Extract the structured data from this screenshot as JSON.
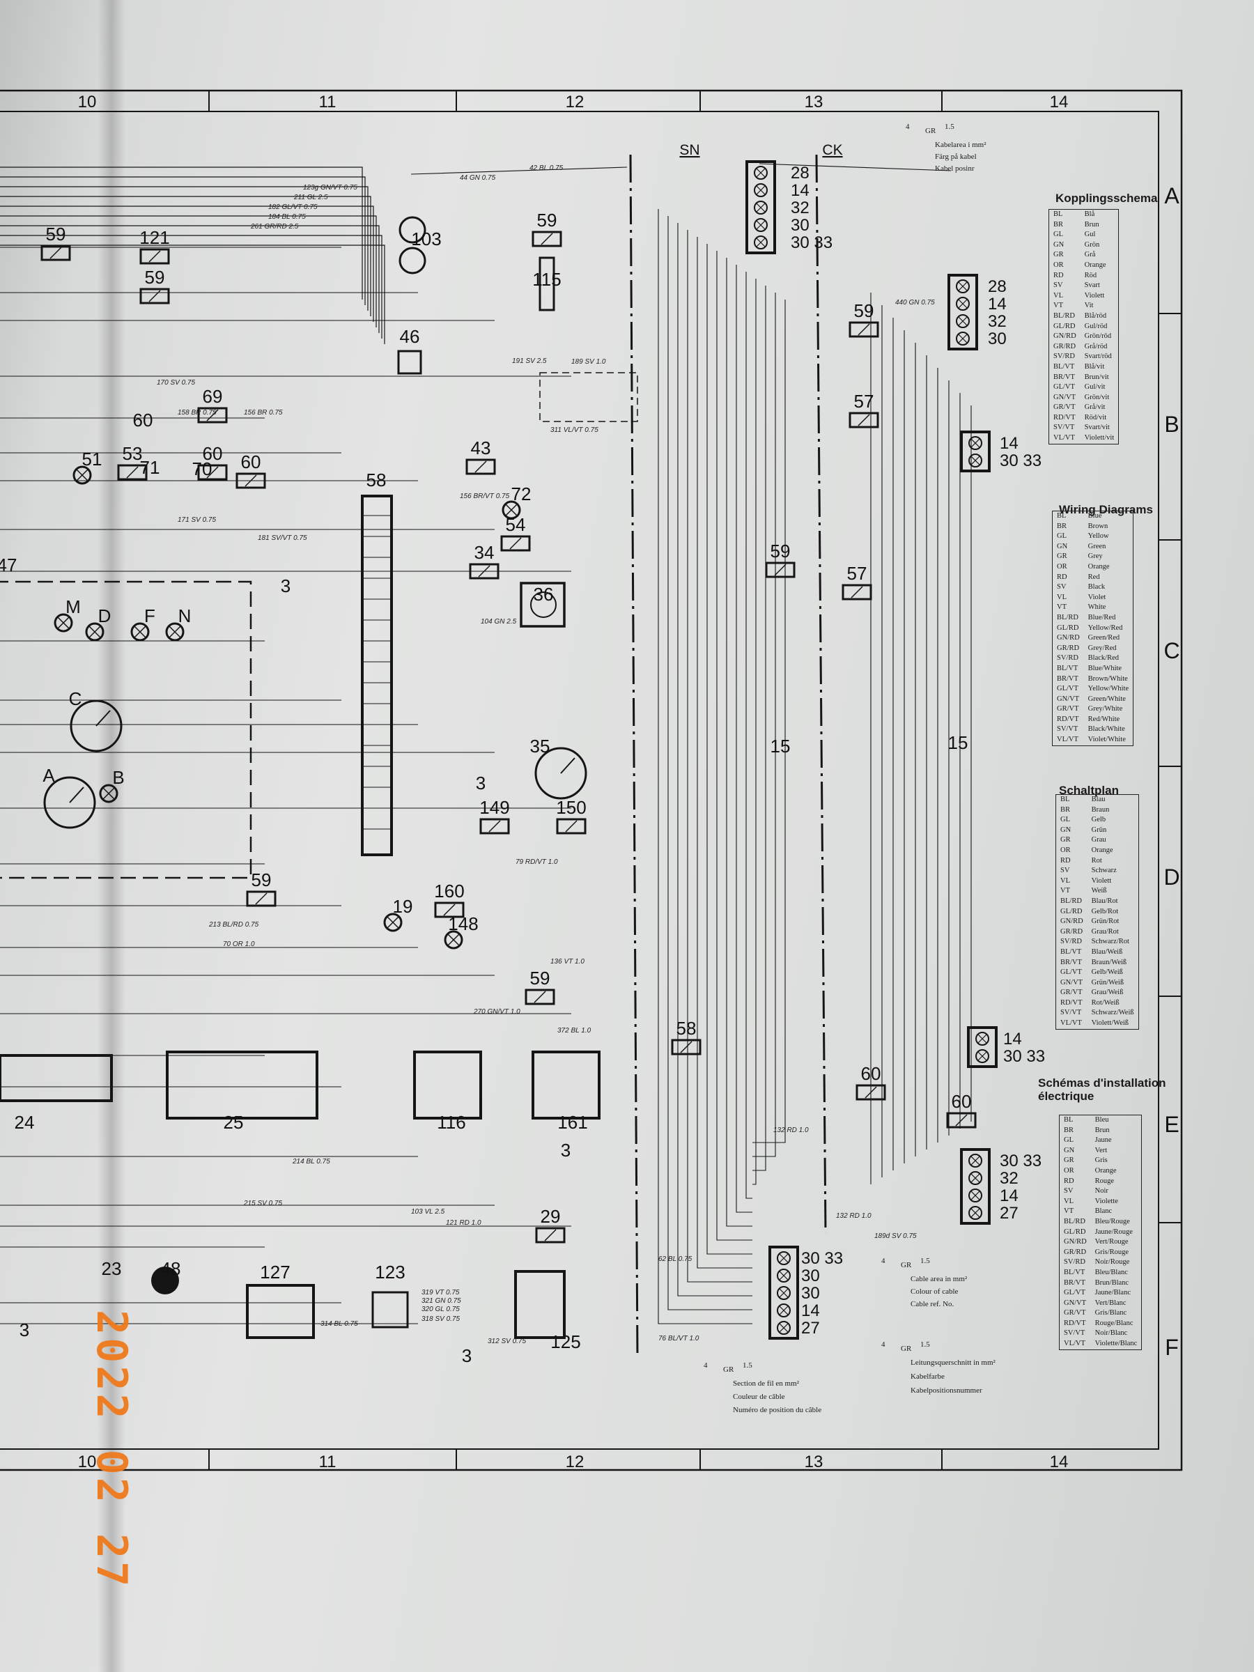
{
  "sheet": {
    "grid_columns": [
      "10",
      "11",
      "12",
      "13",
      "14"
    ],
    "grid_rows": [
      "A",
      "B",
      "C",
      "D",
      "E",
      "F"
    ],
    "section_labels": [
      "SN",
      "CK"
    ]
  },
  "date_stamp": "2022 02 27",
  "components": [
    {
      "id": "c59a",
      "label": "59"
    },
    {
      "id": "c121",
      "label": "121"
    },
    {
      "id": "c59b",
      "label": "59"
    },
    {
      "id": "c103",
      "label": "103"
    },
    {
      "id": "c59c",
      "label": "59"
    },
    {
      "id": "c115",
      "label": "115"
    },
    {
      "id": "c46",
      "label": "46"
    },
    {
      "id": "c69",
      "label": "69"
    },
    {
      "id": "c60a",
      "label": "60"
    },
    {
      "id": "c60b",
      "label": "60"
    },
    {
      "id": "c60c",
      "label": "60"
    },
    {
      "id": "c71",
      "label": "71"
    },
    {
      "id": "c70",
      "label": "70"
    },
    {
      "id": "c51",
      "label": "51"
    },
    {
      "id": "c53",
      "label": "53"
    },
    {
      "id": "c43",
      "label": "43"
    },
    {
      "id": "c72",
      "label": "72"
    },
    {
      "id": "c58a",
      "label": "58"
    },
    {
      "id": "c54",
      "label": "54"
    },
    {
      "id": "c34",
      "label": "34"
    },
    {
      "id": "c36",
      "label": "36"
    },
    {
      "id": "c47",
      "label": "47"
    },
    {
      "id": "c3a",
      "label": "3"
    },
    {
      "id": "cM",
      "label": "M"
    },
    {
      "id": "cD",
      "label": "D"
    },
    {
      "id": "cF",
      "label": "F"
    },
    {
      "id": "cN",
      "label": "N"
    },
    {
      "id": "cC",
      "label": "C"
    },
    {
      "id": "cA",
      "label": "A"
    },
    {
      "id": "cB",
      "label": "B"
    },
    {
      "id": "c35",
      "label": "35"
    },
    {
      "id": "c3b",
      "label": "3"
    },
    {
      "id": "c149",
      "label": "149"
    },
    {
      "id": "c150",
      "label": "150"
    },
    {
      "id": "c59d",
      "label": "59"
    },
    {
      "id": "c15a",
      "label": "15"
    },
    {
      "id": "c57a",
      "label": "57"
    },
    {
      "id": "c57b",
      "label": "57"
    },
    {
      "id": "c59e",
      "label": "59"
    },
    {
      "id": "c59f",
      "label": "59"
    },
    {
      "id": "c15b",
      "label": "15"
    },
    {
      "id": "c19",
      "label": "19"
    },
    {
      "id": "c160",
      "label": "160"
    },
    {
      "id": "c148",
      "label": "148"
    },
    {
      "id": "c59g",
      "label": "59"
    },
    {
      "id": "c58b",
      "label": "58"
    },
    {
      "id": "c24",
      "label": "24"
    },
    {
      "id": "c25",
      "label": "25"
    },
    {
      "id": "c116",
      "label": "116"
    },
    {
      "id": "c161",
      "label": "161"
    },
    {
      "id": "c3c",
      "label": "3"
    },
    {
      "id": "c60d",
      "label": "60"
    },
    {
      "id": "c60e",
      "label": "60"
    },
    {
      "id": "c29",
      "label": "29"
    },
    {
      "id": "c48",
      "label": "48"
    },
    {
      "id": "c23",
      "label": "23"
    },
    {
      "id": "c127",
      "label": "127"
    },
    {
      "id": "c123",
      "label": "123"
    },
    {
      "id": "c125",
      "label": "125"
    },
    {
      "id": "c3d",
      "label": "3"
    },
    {
      "id": "c3e",
      "label": "3"
    }
  ],
  "connectors": [
    {
      "id": "k1",
      "pins": [
        "28",
        "14",
        "32",
        "30",
        "30 33"
      ]
    },
    {
      "id": "k2",
      "pins": [
        "28",
        "14",
        "32",
        "30"
      ]
    },
    {
      "id": "k3",
      "pins": [
        "14",
        "30 33"
      ]
    },
    {
      "id": "k4",
      "pins": [
        "14",
        "30 33"
      ]
    },
    {
      "id": "k5",
      "pins": [
        "30 33",
        "32",
        "14",
        "27"
      ]
    },
    {
      "id": "k6",
      "pins": [
        "30 33",
        "30",
        "30",
        "14",
        "27"
      ]
    }
  ],
  "wire_labels": [
    "42 BL 0.75",
    "44 GN 0.75",
    "123g GN/VT 0.75",
    "211 GL 2.5",
    "182 GL/VT 0.75",
    "184 BL 0.75",
    "261 GR/RD 2.5",
    "170 SV 0.75",
    "158 BR 0.75",
    "156 BR 0.75",
    "171 SV 0.75",
    "181 SV/VT 0.75",
    "191 SV 2.5",
    "189 SV 1.0",
    "311 VL/VT 0.75",
    "156 BR/VT 0.75",
    "104 GN 2.5",
    "79 RD/VT 1.0",
    "213 BL/RD 0.75",
    "70 OR 1.0",
    "136 VT 1.0",
    "270 GN/VT 1.0",
    "372 BL 1.0",
    "214 BL 0.75",
    "215 SV 0.75",
    "103 VL 2.5",
    "121 RD 1.0",
    "132 RD 1.0",
    "319 VT 0.75",
    "321 GN 0.75",
    "320 GL 0.75",
    "318 SV 0.75",
    "314 BL 0.75",
    "312 SV 0.75",
    "62 BL 0.75",
    "76 BL/VT 1.0",
    "132 RD 1.0",
    "440 GN 0.75",
    "189d SV 0.75"
  ],
  "legend_key": {
    "size": "4",
    "color": "GR",
    "ref": "1.5",
    "sv": [
      "Kabelarea i mm²",
      "Färg på kabel",
      "Kabel posinr"
    ],
    "en": [
      "Cable area in mm²",
      "Colour of cable",
      "Cable ref. No."
    ],
    "fr": [
      "Section de fil en mm²",
      "Couleur de câble",
      "Numéro de position du câble"
    ],
    "de": [
      "Leitungsquerschnitt in mm²",
      "Kabelfarbe",
      "Kabelpositionsnummer"
    ]
  },
  "legends": [
    {
      "title": "Kopplingsschema",
      "rows": [
        [
          "BL",
          "Blå"
        ],
        [
          "BR",
          "Brun"
        ],
        [
          "GL",
          "Gul"
        ],
        [
          "GN",
          "Grön"
        ],
        [
          "GR",
          "Grå"
        ],
        [
          "OR",
          "Orange"
        ],
        [
          "RD",
          "Röd"
        ],
        [
          "SV",
          "Svart"
        ],
        [
          "VL",
          "Violett"
        ],
        [
          "VT",
          "Vit"
        ],
        [
          "BL/RD",
          "Blå/röd"
        ],
        [
          "GL/RD",
          "Gul/röd"
        ],
        [
          "GN/RD",
          "Grön/röd"
        ],
        [
          "GR/RD",
          "Grå/röd"
        ],
        [
          "SV/RD",
          "Svart/röd"
        ],
        [
          "BL/VT",
          "Blå/vit"
        ],
        [
          "BR/VT",
          "Brun/vit"
        ],
        [
          "GL/VT",
          "Gul/vit"
        ],
        [
          "GN/VT",
          "Grön/vit"
        ],
        [
          "GR/VT",
          "Grå/vit"
        ],
        [
          "RD/VT",
          "Röd/vit"
        ],
        [
          "SV/VT",
          "Svart/vit"
        ],
        [
          "VL/VT",
          "Violett/vit"
        ]
      ]
    },
    {
      "title": "Wiring Diagrams",
      "rows": [
        [
          "BL",
          "Blue"
        ],
        [
          "BR",
          "Brown"
        ],
        [
          "GL",
          "Yellow"
        ],
        [
          "GN",
          "Green"
        ],
        [
          "GR",
          "Grey"
        ],
        [
          "OR",
          "Orange"
        ],
        [
          "RD",
          "Red"
        ],
        [
          "SV",
          "Black"
        ],
        [
          "VL",
          "Violet"
        ],
        [
          "VT",
          "White"
        ],
        [
          "BL/RD",
          "Blue/Red"
        ],
        [
          "GL/RD",
          "Yellow/Red"
        ],
        [
          "GN/RD",
          "Green/Red"
        ],
        [
          "GR/RD",
          "Grey/Red"
        ],
        [
          "SV/RD",
          "Black/Red"
        ],
        [
          "BL/VT",
          "Blue/White"
        ],
        [
          "BR/VT",
          "Brown/White"
        ],
        [
          "GL/VT",
          "Yellow/White"
        ],
        [
          "GN/VT",
          "Green/White"
        ],
        [
          "GR/VT",
          "Grey/White"
        ],
        [
          "RD/VT",
          "Red/White"
        ],
        [
          "SV/VT",
          "Black/White"
        ],
        [
          "VL/VT",
          "Violet/White"
        ]
      ]
    },
    {
      "title": "Schaltplan",
      "rows": [
        [
          "BL",
          "Blau"
        ],
        [
          "BR",
          "Braun"
        ],
        [
          "GL",
          "Gelb"
        ],
        [
          "GN",
          "Grün"
        ],
        [
          "GR",
          "Grau"
        ],
        [
          "OR",
          "Orange"
        ],
        [
          "RD",
          "Rot"
        ],
        [
          "SV",
          "Schwarz"
        ],
        [
          "VL",
          "Violett"
        ],
        [
          "VT",
          "Weiß"
        ],
        [
          "BL/RD",
          "Blau/Rot"
        ],
        [
          "GL/RD",
          "Gelb/Rot"
        ],
        [
          "GN/RD",
          "Grün/Rot"
        ],
        [
          "GR/RD",
          "Grau/Rot"
        ],
        [
          "SV/RD",
          "Schwarz/Rot"
        ],
        [
          "BL/VT",
          "Blau/Weiß"
        ],
        [
          "BR/VT",
          "Braun/Weiß"
        ],
        [
          "GL/VT",
          "Gelb/Weiß"
        ],
        [
          "GN/VT",
          "Grün/Weiß"
        ],
        [
          "GR/VT",
          "Grau/Weiß"
        ],
        [
          "RD/VT",
          "Rot/Weiß"
        ],
        [
          "SV/VT",
          "Schwarz/Weiß"
        ],
        [
          "VL/VT",
          "Violett/Weiß"
        ]
      ]
    },
    {
      "title": "Schémas d'installation électrique",
      "rows": [
        [
          "BL",
          "Bleu"
        ],
        [
          "BR",
          "Brun"
        ],
        [
          "GL",
          "Jaune"
        ],
        [
          "GN",
          "Vert"
        ],
        [
          "GR",
          "Gris"
        ],
        [
          "OR",
          "Orange"
        ],
        [
          "RD",
          "Rouge"
        ],
        [
          "SV",
          "Noir"
        ],
        [
          "VL",
          "Violette"
        ],
        [
          "VT",
          "Blanc"
        ],
        [
          "BL/RD",
          "Bleu/Rouge"
        ],
        [
          "GL/RD",
          "Jaune/Rouge"
        ],
        [
          "GN/RD",
          "Vert/Rouge"
        ],
        [
          "GR/RD",
          "Gris/Rouge"
        ],
        [
          "SV/RD",
          "Noir/Rouge"
        ],
        [
          "BL/VT",
          "Bleu/Blanc"
        ],
        [
          "BR/VT",
          "Brun/Blanc"
        ],
        [
          "GL/VT",
          "Jaune/Blanc"
        ],
        [
          "GN/VT",
          "Vert/Blanc"
        ],
        [
          "GR/VT",
          "Gris/Blanc"
        ],
        [
          "RD/VT",
          "Rouge/Blanc"
        ],
        [
          "SV/VT",
          "Noir/Blanc"
        ],
        [
          "VL/VT",
          "Violette/Blanc"
        ]
      ]
    }
  ]
}
